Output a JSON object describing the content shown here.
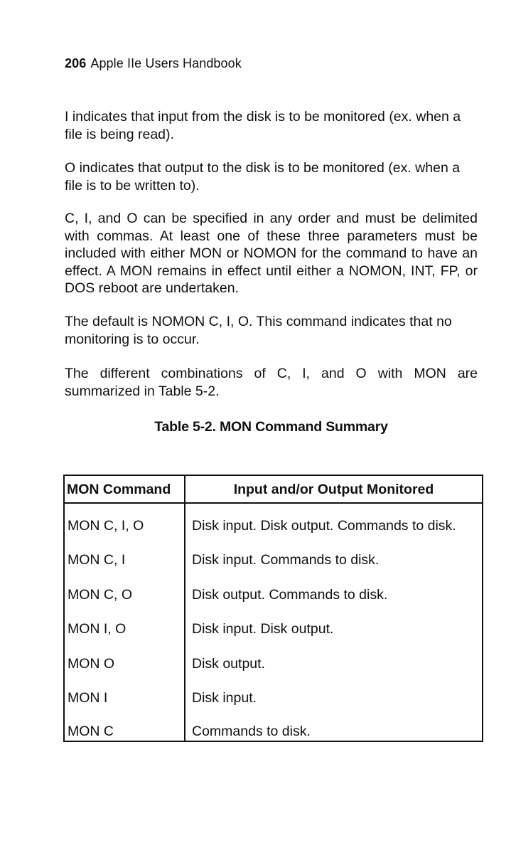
{
  "header": {
    "page_number": "206",
    "book_title": "Apple IIe Users Handbook"
  },
  "paragraphs": [
    "I indicates that input from the disk is to be monitored (ex. when a file is being read).",
    "O indicates that output to the disk is to be monitored (ex. when a file is to be written to).",
    "C, I, and O can be specified in any order and must be delimited with commas. At least one of these three parameters must be included with either MON or NOMON for the command to have an effect. A MON remains in effect until either a NOMON, INT, FP, or DOS reboot are undertaken.",
    "The default is NOMON C, I, O. This command indicates that no monitoring is to occur.",
    "The different combinations of C, I, and O with MON are summarized in Table 5-2."
  ],
  "table": {
    "caption": "Table 5-2. MON Command Summary",
    "headers": [
      "MON Command",
      "Input and/or Output Monitored"
    ],
    "rows": [
      [
        "MON C, I, O",
        "Disk input. Disk output. Commands to disk."
      ],
      [
        "MON C, I",
        "Disk input. Commands to disk."
      ],
      [
        "MON C, O",
        "Disk output. Commands to disk."
      ],
      [
        "MON I, O",
        "Disk input. Disk output."
      ],
      [
        "MON O",
        "Disk output."
      ],
      [
        "MON I",
        "Disk input."
      ],
      [
        "MON C",
        "Commands to disk."
      ]
    ]
  }
}
